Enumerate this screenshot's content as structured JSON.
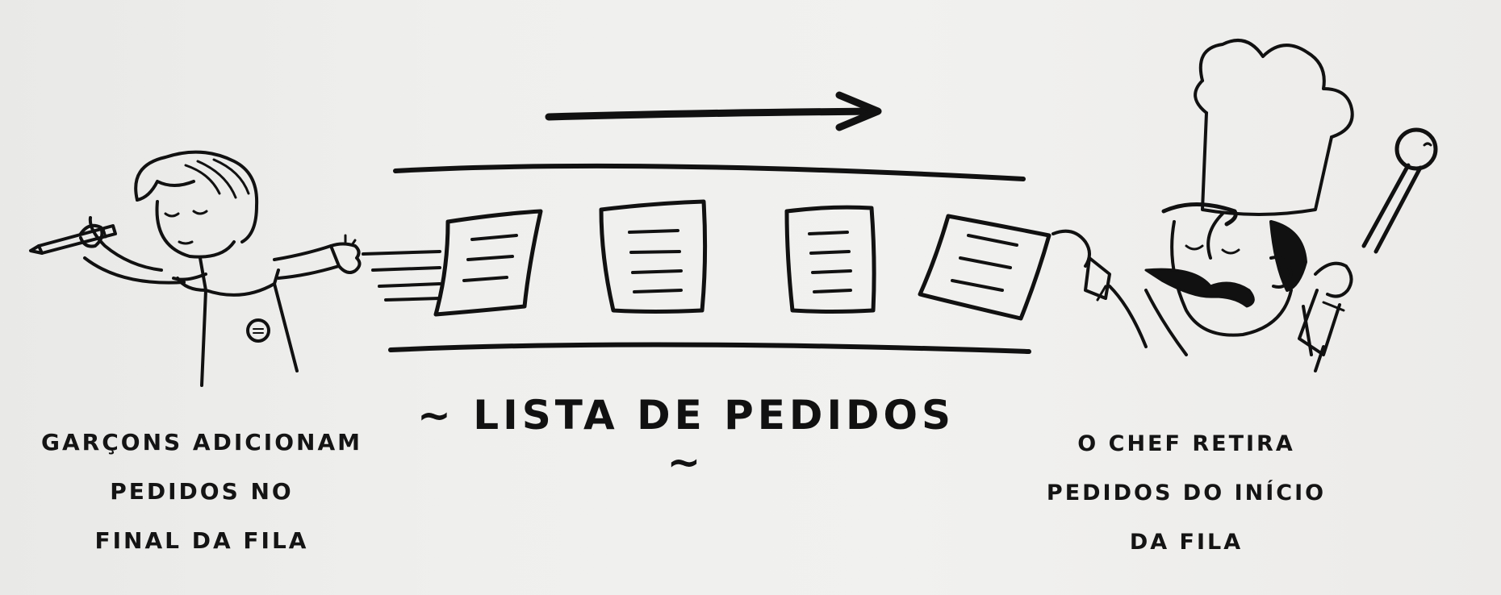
{
  "label": {
    "tilde_left": "~",
    "text": "LISTA DE PEDIDOS",
    "tilde_right": "~"
  },
  "left_caption": {
    "lines": [
      "GARÇONS ADICIONAM",
      "PEDIDOS NO",
      "FINAL DA FILA"
    ]
  },
  "right_caption": {
    "lines": [
      "O CHEF RETIRA",
      "PEDIDOS DO INÍCIO",
      "DA FILA"
    ]
  },
  "colors": {
    "ink": "#111111",
    "paper_background": "#efefed"
  },
  "icons": [
    "waiter-figure",
    "pencil-icon",
    "order-ticket-icon",
    "chef-figure",
    "spoon-icon",
    "direction-arrow"
  ]
}
